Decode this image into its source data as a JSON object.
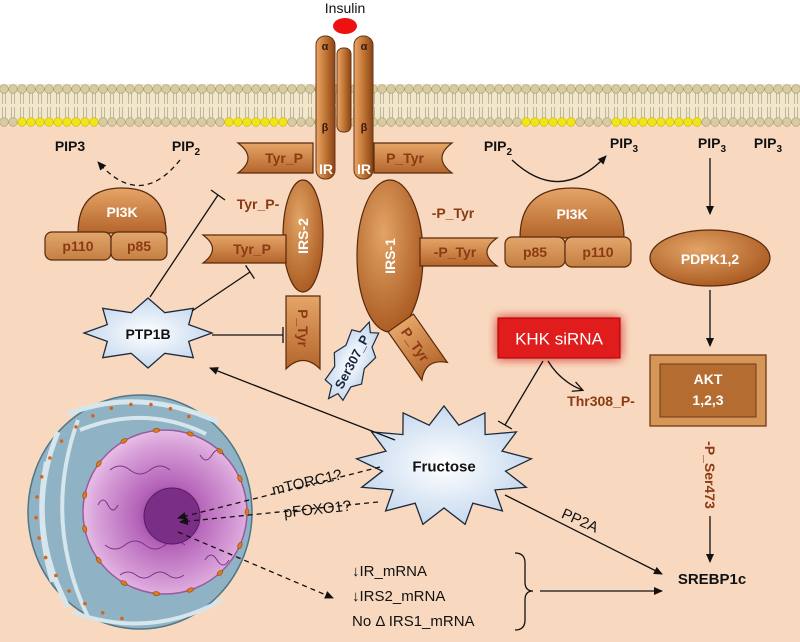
{
  "insulin": {
    "label": "Insulin"
  },
  "receptor": {
    "alpha_left": "α",
    "alpha_right": "α",
    "beta_left": "β",
    "beta_right": "β",
    "ir_left": "IR",
    "ir_right": "IR"
  },
  "phospho": {
    "tyr_p_ir": "Tyr_P",
    "p_tyr_ir": "P_Tyr",
    "tyr_p_irs2_label": "Tyr_P-",
    "tyr_p_irs2_bracket": "Tyr_P",
    "p_tyr_irs2_bottom": "P_Tyr",
    "p_tyr_irs1_label": "-P_Tyr",
    "p_tyr_irs1_bracket": "-P_Tyr",
    "p_tyr_irs1_bottom": "P_Tyr",
    "ser307": "Ser307_P",
    "thr308": "Thr308_P-",
    "ser473": "-P_Ser473"
  },
  "lipids": {
    "left_pip3": "PIP3",
    "left_pip2": {
      "base": "PIP",
      "sub": "2"
    },
    "right_pip2": {
      "base": "PIP",
      "sub": "2"
    },
    "right_pip3": {
      "base": "PIP",
      "sub": "3"
    },
    "far_pip3_a": {
      "base": "PIP",
      "sub": "3"
    },
    "far_pip3_b": {
      "base": "PIP",
      "sub": "3"
    }
  },
  "pi3k_left": {
    "label": "PI3K",
    "p110": "p110",
    "p85": "p85"
  },
  "pi3k_right": {
    "label": "PI3K",
    "p85": "p85",
    "p110": "p110"
  },
  "irs2": "IRS-2",
  "irs1": "IRS-1",
  "pdpk": "PDPK1,2",
  "akt": {
    "line1": "AKT",
    "line2": "1,2,3"
  },
  "srebp": "SREBP1c",
  "ptp1b": "PTP1B",
  "khk": "KHK siRNA",
  "fructose": "Fructose",
  "nuclear_signals": {
    "mtorc1": "mTORC1?",
    "pfoxo1": "pFOXO1?"
  },
  "pp2a": "PP2A",
  "mrna": [
    "↓IR_mRNA",
    "↓IRS2_mRNA",
    "No Δ IRS1_mRNA"
  ],
  "colors": {
    "background": "#f8d9c0",
    "receptor": "#b8682e",
    "khk_box": "#e01a1a",
    "star_fill": "#dbe7f5",
    "phospho_text": "#8b3a14"
  }
}
